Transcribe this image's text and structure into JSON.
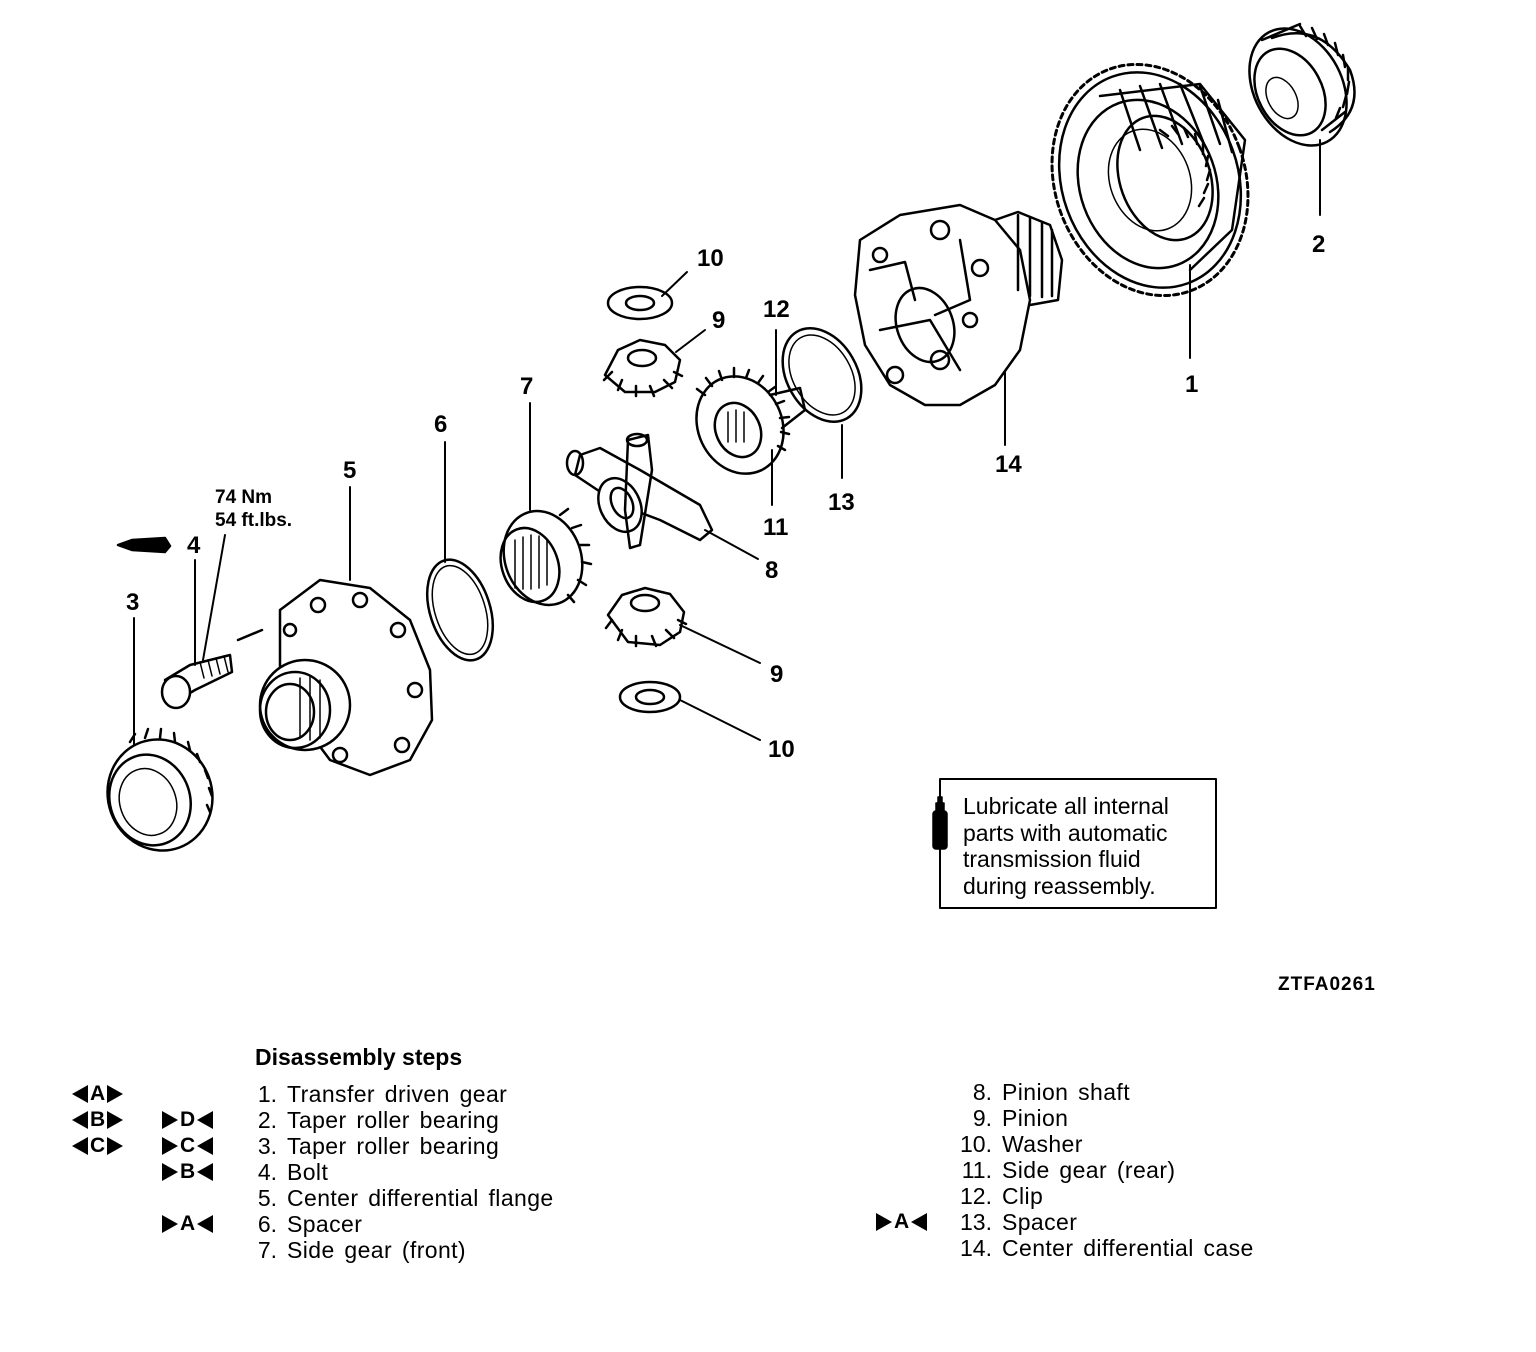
{
  "callouts": {
    "c1": "1",
    "c2": "2",
    "c3": "3",
    "c4": "4",
    "c5": "5",
    "c6": "6",
    "c7": "7",
    "c8": "8",
    "c9_upper": "9",
    "c9_lower": "9",
    "c10_upper": "10",
    "c10_lower": "10",
    "c11": "11",
    "c12": "12",
    "c13": "13",
    "c14": "14"
  },
  "torque": {
    "metric": "74 Nm",
    "imperial": "54 ft.lbs."
  },
  "lubrication_note": {
    "icon": "oil-can-icon",
    "lines": [
      "Lubricate all internal",
      "parts with automatic",
      "transmission fluid",
      "during reassembly."
    ]
  },
  "figure_code": "ZTFA0261",
  "disassembly": {
    "title": "Disassembly steps",
    "left_steps": [
      {
        "num": "1.",
        "label": "Transfer driven gear",
        "disassembly_mark": "A",
        "reassembly_mark": ""
      },
      {
        "num": "2.",
        "label": "Taper roller bearing",
        "disassembly_mark": "B",
        "reassembly_mark": "D"
      },
      {
        "num": "3.",
        "label": "Taper roller bearing",
        "disassembly_mark": "C",
        "reassembly_mark": "C"
      },
      {
        "num": "4.",
        "label": "Bolt",
        "disassembly_mark": "",
        "reassembly_mark": "B"
      },
      {
        "num": "5.",
        "label": "Center differential flange",
        "disassembly_mark": "",
        "reassembly_mark": ""
      },
      {
        "num": "6.",
        "label": "Spacer",
        "disassembly_mark": "",
        "reassembly_mark": "A"
      },
      {
        "num": "7.",
        "label": "Side gear (front)",
        "disassembly_mark": "",
        "reassembly_mark": ""
      }
    ],
    "right_steps": [
      {
        "num": "8.",
        "label": "Pinion shaft",
        "reassembly_mark": ""
      },
      {
        "num": "9.",
        "label": "Pinion",
        "reassembly_mark": ""
      },
      {
        "num": "10.",
        "label": "Washer",
        "reassembly_mark": ""
      },
      {
        "num": "11.",
        "label": "Side gear (rear)",
        "reassembly_mark": ""
      },
      {
        "num": "12.",
        "label": "Clip",
        "reassembly_mark": ""
      },
      {
        "num": "13.",
        "label": "Spacer",
        "reassembly_mark": "A"
      },
      {
        "num": "14.",
        "label": "Center differential case",
        "reassembly_mark": ""
      }
    ]
  }
}
